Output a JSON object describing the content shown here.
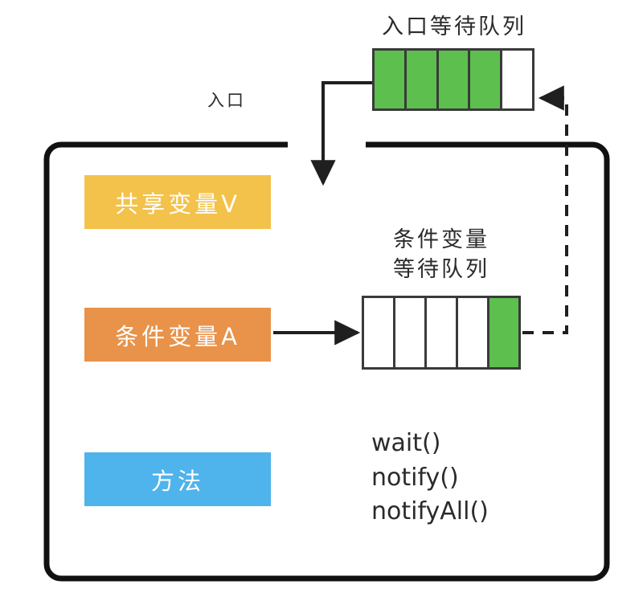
{
  "diagram": {
    "title_entry_label": "入口",
    "monitor": {
      "name": "monitor-box",
      "border_color": "#111111"
    },
    "members": [
      {
        "id": "shared-variable",
        "label": "共享变量V",
        "color": "#F3C24B"
      },
      {
        "id": "condition-variable",
        "label": "条件变量A",
        "color": "#E8924A"
      },
      {
        "id": "methods",
        "label": "方法",
        "color": "#4FB3EC"
      }
    ],
    "queues": [
      {
        "id": "entry-wait-queue",
        "title": "入口等待队列",
        "title_lines": [
          "入口等待队列"
        ],
        "cells": [
          "green",
          "green",
          "green",
          "green",
          "white"
        ],
        "filled_count": 4,
        "total_count": 5
      },
      {
        "id": "condition-wait-queue",
        "title": "条件变量等待队列",
        "title_lines": [
          "条件变量",
          "等待队列"
        ],
        "cells": [
          "white",
          "white",
          "white",
          "white",
          "green"
        ],
        "filled_count": 1,
        "total_count": 5
      }
    ],
    "methods": {
      "items": [
        "wait()",
        "notify()",
        "notifyAll()"
      ]
    },
    "colors": {
      "green_cell": "#5CBF4E",
      "empty_cell": "#FFFFFF",
      "stroke": "#222222",
      "cell_border": "#3A3A3A"
    }
  }
}
